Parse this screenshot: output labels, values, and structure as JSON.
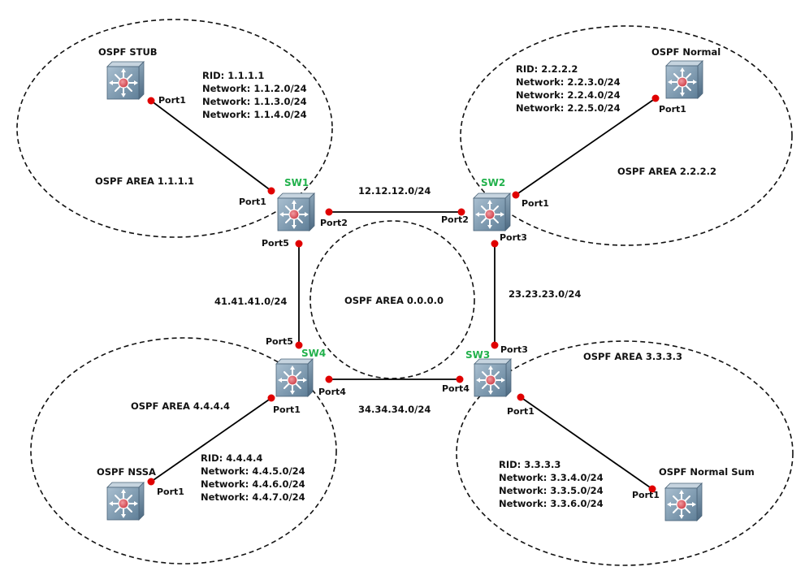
{
  "colors": {
    "link": "#000000",
    "port_dot": "#e00000",
    "switch_label": "#22b14c",
    "switch_face": "#6f8ea6",
    "switch_center": "#d9434c"
  },
  "icons": {
    "switch": "layer3-switch-icon"
  },
  "areas": {
    "area_1": "OSPF AREA 1.1.1.1",
    "area_2": "OSPF AREA 2.2.2.2",
    "area_0": "OSPF AREA 0.0.0.0",
    "area_3": "OSPF AREA 3.3.3.3",
    "area_4": "OSPF AREA 4.4.4.4"
  },
  "devices": {
    "stub": {
      "name": "OSPF STUB",
      "port": "Port1"
    },
    "normal": {
      "name": "OSPF Normal",
      "port": "Port1"
    },
    "nssa": {
      "name": "OSPF NSSA",
      "port": "Port1"
    },
    "normal_sum": {
      "name": "OSPF Normal Sum",
      "port": "Port1"
    },
    "sw1": {
      "name": "SW1",
      "port1": "Port1",
      "port2": "Port2",
      "port5": "Port5"
    },
    "sw2": {
      "name": "SW2",
      "port1": "Port1",
      "port2": "Port2",
      "port3": "Port3"
    },
    "sw3": {
      "name": "SW3",
      "port1": "Port1",
      "port3": "Port3",
      "port4": "Port4"
    },
    "sw4": {
      "name": "SW4",
      "port1": "Port1",
      "port4": "Port4",
      "port5": "Port5"
    }
  },
  "links": {
    "sw1_sw2": "12.12.12.0/24",
    "sw2_sw3": "23.23.23.0/24",
    "sw3_sw4": "34.34.34.0/24",
    "sw4_sw1": "41.41.41.0/24"
  },
  "config": {
    "stub": {
      "rid": "RID: 1.1.1.1",
      "networks": [
        "Network: 1.1.2.0/24",
        "Network: 1.1.3.0/24",
        "Network: 1.1.4.0/24"
      ]
    },
    "normal": {
      "rid": "RID: 2.2.2.2",
      "networks": [
        "Network: 2.2.3.0/24",
        "Network: 2.2.4.0/24",
        "Network: 2.2.5.0/24"
      ]
    },
    "nssa": {
      "rid": "RID: 4.4.4.4",
      "networks": [
        "Network: 4.4.5.0/24",
        "Network: 4.4.6.0/24",
        "Network: 4.4.7.0/24"
      ]
    },
    "normal_sum": {
      "rid": "RID: 3.3.3.3",
      "networks": [
        "Network: 3.3.4.0/24",
        "Network: 3.3.5.0/24",
        "Network: 3.3.6.0/24"
      ]
    }
  }
}
